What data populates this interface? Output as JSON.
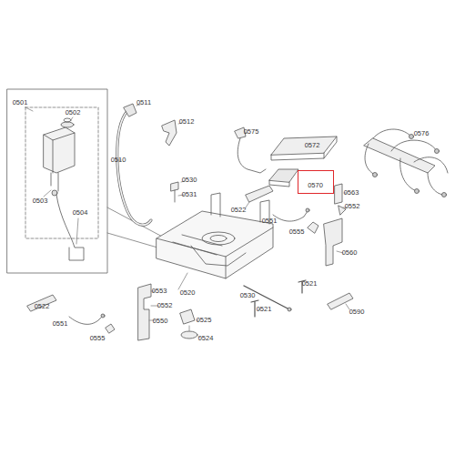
{
  "diagram": {
    "nodes": [
      {
        "text": [
          "0570"
        ]
      }
    ],
    "labels": [
      "0501",
      "0511",
      "0502",
      "0512",
      "0575",
      "0576",
      "0572",
      "0510",
      "0530",
      "0563",
      "0531",
      "0503",
      "0552",
      "0522",
      "0504",
      "0551",
      "0555",
      "0560",
      "0521",
      "0553",
      "0520",
      "0530",
      "0522",
      "0552",
      "0521",
      "0590",
      "0550",
      "0525",
      "0551",
      "0555",
      "0524"
    ]
  }
}
